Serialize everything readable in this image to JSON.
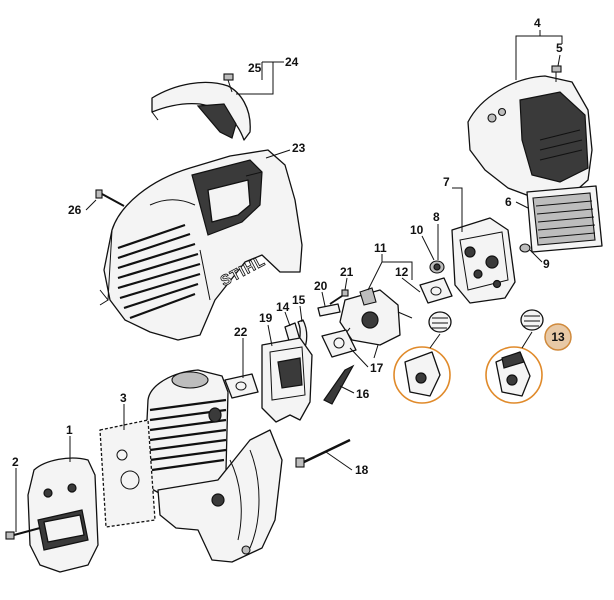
{
  "brand_text": "STIHL",
  "callouts": {
    "c1": "1",
    "c2": "2",
    "c3": "3",
    "c4": "4",
    "c5": "5",
    "c6": "6",
    "c7": "7",
    "c8": "8",
    "c9": "9",
    "c10": "10",
    "c11": "11",
    "c12": "12",
    "c13": "13",
    "c14": "14",
    "c15": "15",
    "c16": "16",
    "c17": "17",
    "c18": "18",
    "c19": "19",
    "c20": "20",
    "c21": "21",
    "c22": "22",
    "c23": "23",
    "c24": "24",
    "c25": "25",
    "c26": "26"
  },
  "highlight_color": "#e8c9a6",
  "inset_color": "#e08a2a"
}
